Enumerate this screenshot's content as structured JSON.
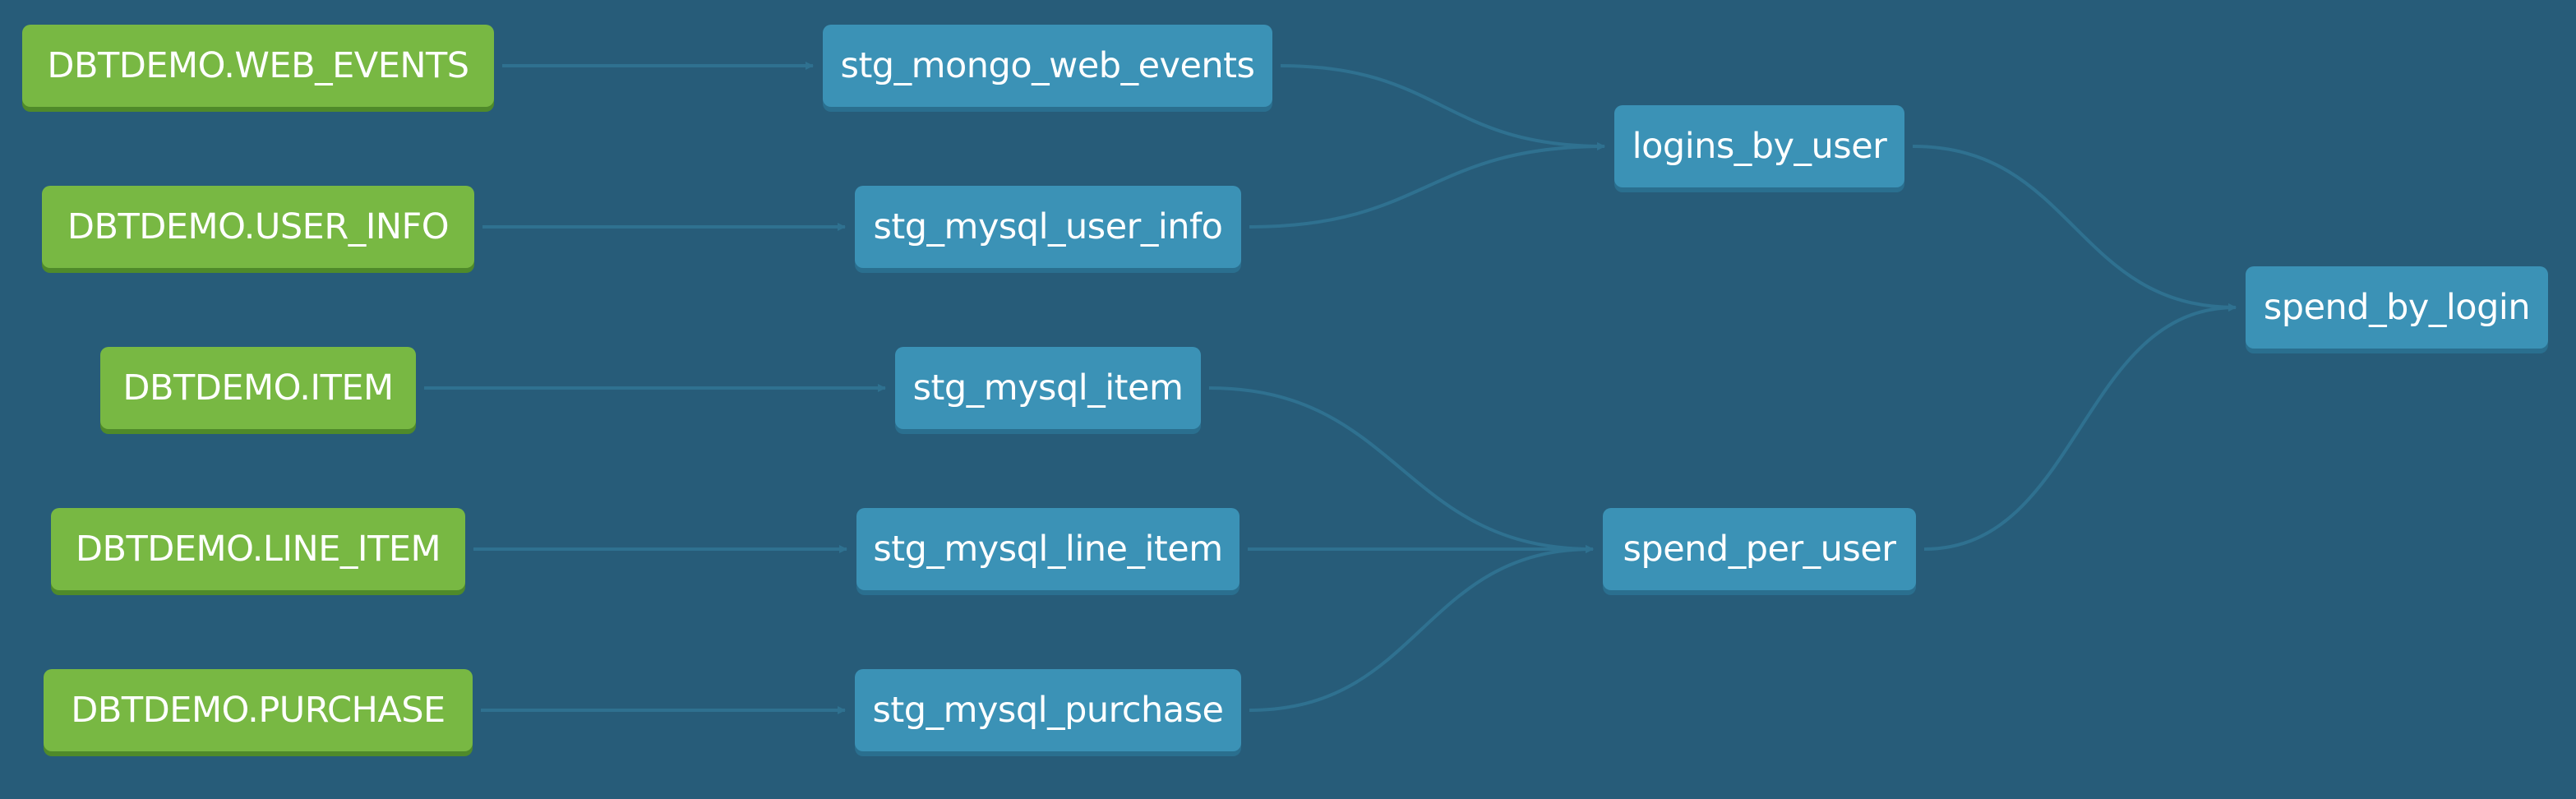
{
  "graph": {
    "sources": [
      {
        "id": "web_events",
        "label": "DBTDEMO.WEB_EVENTS"
      },
      {
        "id": "user_info",
        "label": "DBTDEMO.USER_INFO"
      },
      {
        "id": "item",
        "label": "DBTDEMO.ITEM"
      },
      {
        "id": "line_item",
        "label": "DBTDEMO.LINE_ITEM"
      },
      {
        "id": "purchase",
        "label": "DBTDEMO.PURCHASE"
      }
    ],
    "staging": [
      {
        "id": "stg_mongo_web_events",
        "label": "stg_mongo_web_events"
      },
      {
        "id": "stg_mysql_user_info",
        "label": "stg_mysql_user_info"
      },
      {
        "id": "stg_mysql_item",
        "label": "stg_mysql_item"
      },
      {
        "id": "stg_mysql_line_item",
        "label": "stg_mysql_line_item"
      },
      {
        "id": "stg_mysql_purchase",
        "label": "stg_mysql_purchase"
      }
    ],
    "intermediate": [
      {
        "id": "logins_by_user",
        "label": "logins_by_user"
      },
      {
        "id": "spend_per_user",
        "label": "spend_per_user"
      }
    ],
    "final": [
      {
        "id": "spend_by_login",
        "label": "spend_by_login"
      }
    ],
    "edges": [
      [
        "web_events",
        "stg_mongo_web_events"
      ],
      [
        "user_info",
        "stg_mysql_user_info"
      ],
      [
        "item",
        "stg_mysql_item"
      ],
      [
        "line_item",
        "stg_mysql_line_item"
      ],
      [
        "purchase",
        "stg_mysql_purchase"
      ],
      [
        "stg_mongo_web_events",
        "logins_by_user"
      ],
      [
        "stg_mysql_user_info",
        "logins_by_user"
      ],
      [
        "stg_mysql_item",
        "spend_per_user"
      ],
      [
        "stg_mysql_line_item",
        "spend_per_user"
      ],
      [
        "stg_mysql_purchase",
        "spend_per_user"
      ],
      [
        "logins_by_user",
        "spend_by_login"
      ],
      [
        "spend_per_user",
        "spend_by_login"
      ]
    ]
  },
  "colors": {
    "background": "#275c79",
    "source_node": "#78b843",
    "model_node": "#3b92b6",
    "edge": "#2f7190"
  }
}
